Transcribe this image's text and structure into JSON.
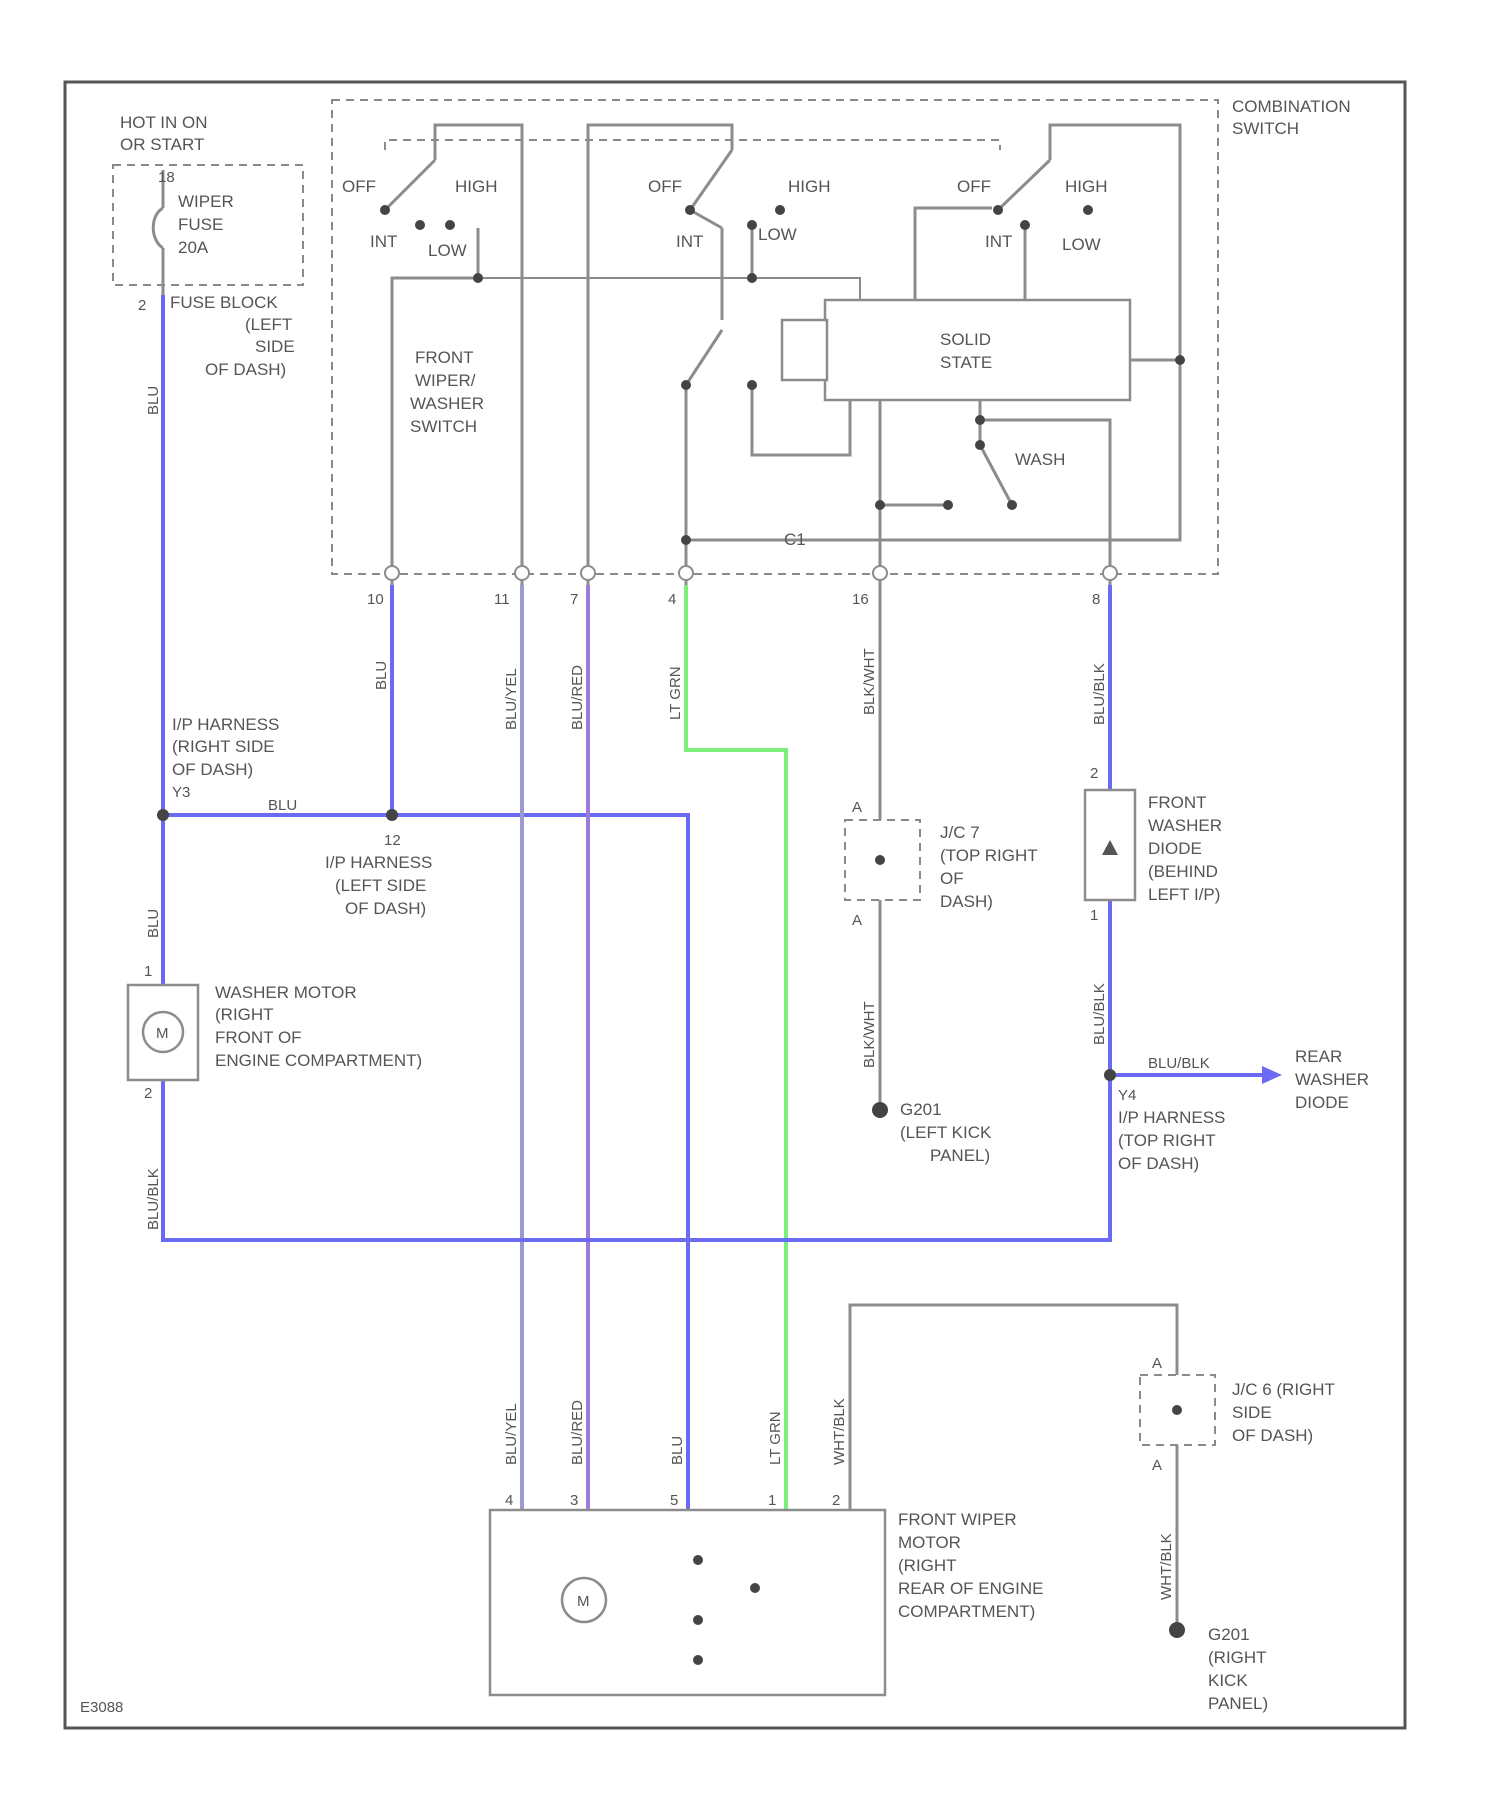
{
  "colors": {
    "blu": "#6a6af2",
    "blu_yel": "#9a9ad8",
    "blu_red": "#a07ad8",
    "lt_grn": "#7af07a",
    "gray": "#8c8c8c"
  },
  "labels": {
    "hot_in_on": "HOT IN ON",
    "or_start": "OR START",
    "fuse_1": "WIPER",
    "fuse_2": "FUSE",
    "fuse_3": "20A",
    "fuse_pin_top": "18",
    "fuse_pin_bot": "2",
    "fb_1": "FUSE BLOCK",
    "fb_2": "(LEFT",
    "fb_3": "SIDE",
    "fb_4": "OF DASH)",
    "combo_1": "COMBINATION",
    "combo_2": "SWITCH",
    "off": "OFF",
    "high": "HIGH",
    "int": "INT",
    "low": "LOW",
    "solid_1": "SOLID",
    "solid_2": "STATE",
    "fws_1": "FRONT",
    "fws_2": "WIPER/",
    "fws_3": "WASHER",
    "fws_4": "SWITCH",
    "wash": "WASH",
    "c1": "C1",
    "pin_10": "10",
    "pin_11": "11",
    "pin_7": "7",
    "pin_4": "4",
    "pin_16": "16",
    "pin_8": "8",
    "w_blu": "BLU",
    "w_blu_yel": "BLU/YEL",
    "w_blu_red": "BLU/RED",
    "w_lt_grn": "LT GRN",
    "w_blk_wht": "BLK/WHT",
    "w_blu_blk": "BLU/BLK",
    "w_wht_blk": "WHT/BLK",
    "iph1_1": "I/P HARNESS",
    "iph1_2": "(RIGHT SIDE",
    "iph1_3": "OF DASH)",
    "iph1_4": "Y3",
    "iph2_num": "12",
    "iph2_1": "I/P HARNESS",
    "iph2_2": "(LEFT SIDE",
    "iph2_3": "OF DASH)",
    "wm_pin_top": "1",
    "wm_pin_bot": "2",
    "wm_1": "WASHER MOTOR",
    "wm_2": "(RIGHT",
    "wm_3": "FRONT OF",
    "wm_4": "ENGINE COMPARTMENT)",
    "jc7_a1": "A",
    "jc7_a2": "A",
    "jc7_1": "J/C 7",
    "jc7_2": "(TOP RIGHT",
    "jc7_3": "OF",
    "jc7_4": "DASH)",
    "g_l_1": "G201",
    "g_l_2": "(LEFT KICK",
    "g_l_3": "PANEL)",
    "fwd_pin_top": "2",
    "fwd_pin_bot": "1",
    "fwd_1": "FRONT",
    "fwd_2": "WASHER",
    "fwd_3": "DIODE",
    "fwd_4": "(BEHIND",
    "fwd_5": "LEFT I/P)",
    "rwd_1": "REAR",
    "rwd_2": "WASHER",
    "rwd_3": "DIODE",
    "iph3_1": "Y4",
    "iph3_2": "I/P HARNESS",
    "iph3_3": "(TOP RIGHT",
    "iph3_4": "OF DASH)",
    "jc6_a1": "A",
    "jc6_a2": "A",
    "jc6_1": "J/C 6 (RIGHT",
    "jc6_2": "SIDE",
    "jc6_3": "OF DASH)",
    "g_r_1": "G201",
    "g_r_2": "(RIGHT",
    "g_r_3": "KICK",
    "g_r_4": "PANEL)",
    "fwm_1": "FRONT WIPER",
    "fwm_2": "MOTOR",
    "fwm_3": "(RIGHT",
    "fwm_4": "REAR OF ENGINE",
    "fwm_5": "COMPARTMENT)",
    "fwm_pin_4": "4",
    "fwm_pin_3": "3",
    "fwm_pin_5": "5",
    "fwm_pin_1": "1",
    "fwm_pin_2": "2",
    "motor_m": "M",
    "wm_m": "M",
    "code": "E3088"
  }
}
